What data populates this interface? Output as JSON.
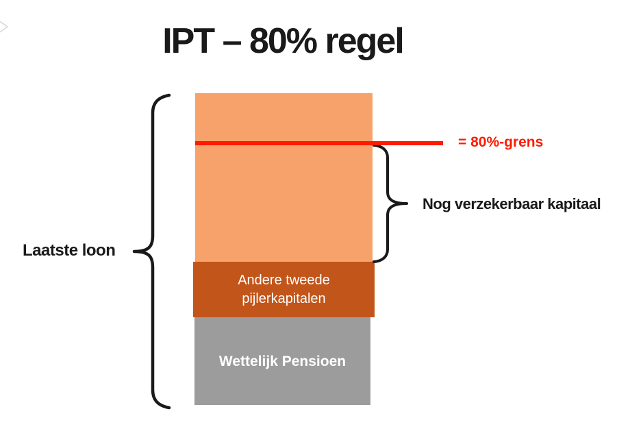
{
  "title": "IPT – 80% regel",
  "colors": {
    "ink": "#1A1A1A",
    "light_orange": "#F7A26B",
    "dark_orange": "#C2551A",
    "gray": "#9C9C9C",
    "red": "#FF1A00",
    "white": "#FFFFFF"
  },
  "diagram": {
    "left_bracket_label": "Laatste loon",
    "limit_line_label": "= 80%-grens",
    "right_bracket_label": "Nog verzekerbaar kapitaal",
    "segments": [
      {
        "name": "nog-verzekerbaar-kapitaal-zone",
        "label": "",
        "color_key": "light_orange"
      },
      {
        "name": "andere-tweede-pijlerkapitalen",
        "label": "Andere tweede pijlerkapitalen",
        "color_key": "dark_orange"
      },
      {
        "name": "wettelijk-pensioen",
        "label": "Wettelijk Pensioen",
        "color_key": "gray"
      }
    ],
    "icons": {
      "corner_glyph": "stray-cursor-artifact-icon"
    }
  }
}
